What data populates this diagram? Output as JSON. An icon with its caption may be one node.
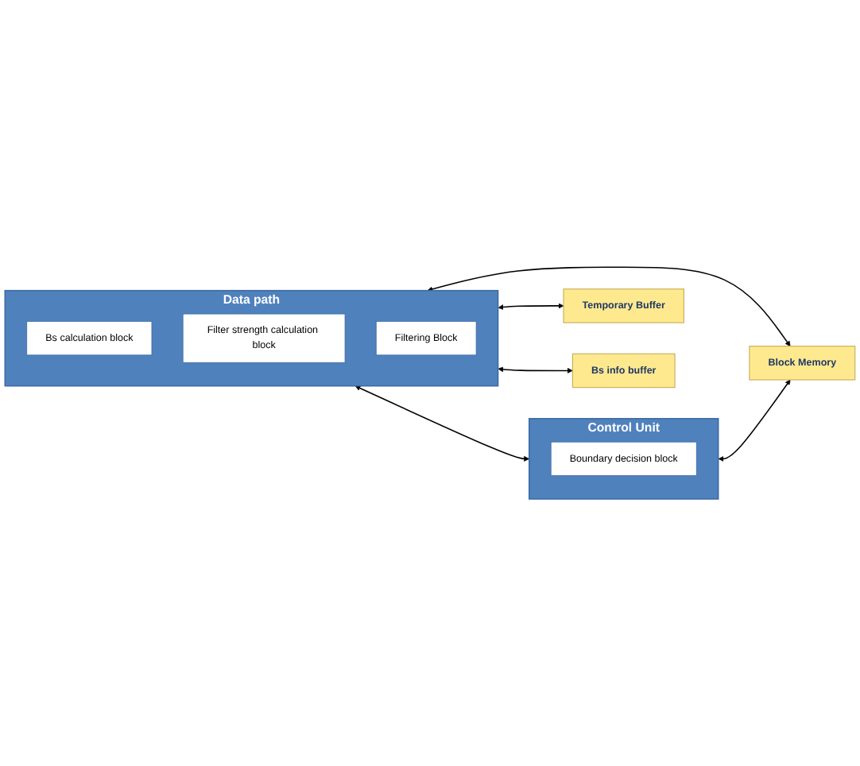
{
  "diagram": {
    "nodes": [
      {
        "text": [
          "Data path"
        ]
      },
      {
        "text": [
          "Bs calculation block"
        ],
        "in": 0
      },
      {
        "text": [
          "Filter strength calculation block"
        ],
        "in": 0
      },
      {
        "text": [
          "Filtering Block"
        ],
        "in": 0
      },
      {
        "text": [
          "Control Unit"
        ]
      },
      {
        "text": [
          "Boundary decision block"
        ],
        "in": 4
      },
      {
        "text": [
          "Temporary Buffer"
        ]
      },
      {
        "text": [
          "Bs info buffer"
        ]
      },
      {
        "text": [
          "Block Memory"
        ]
      }
    ],
    "edges": [
      {
        "from": 0,
        "to": 6,
        "arrow": "both"
      },
      {
        "from": 0,
        "to": 7,
        "arrow": "both"
      },
      {
        "from": 0,
        "to": 8,
        "arrow": "both"
      },
      {
        "from": 0,
        "to": 4,
        "arrow": "both"
      },
      {
        "from": 4,
        "to": 8,
        "arrow": "both"
      }
    ]
  }
}
